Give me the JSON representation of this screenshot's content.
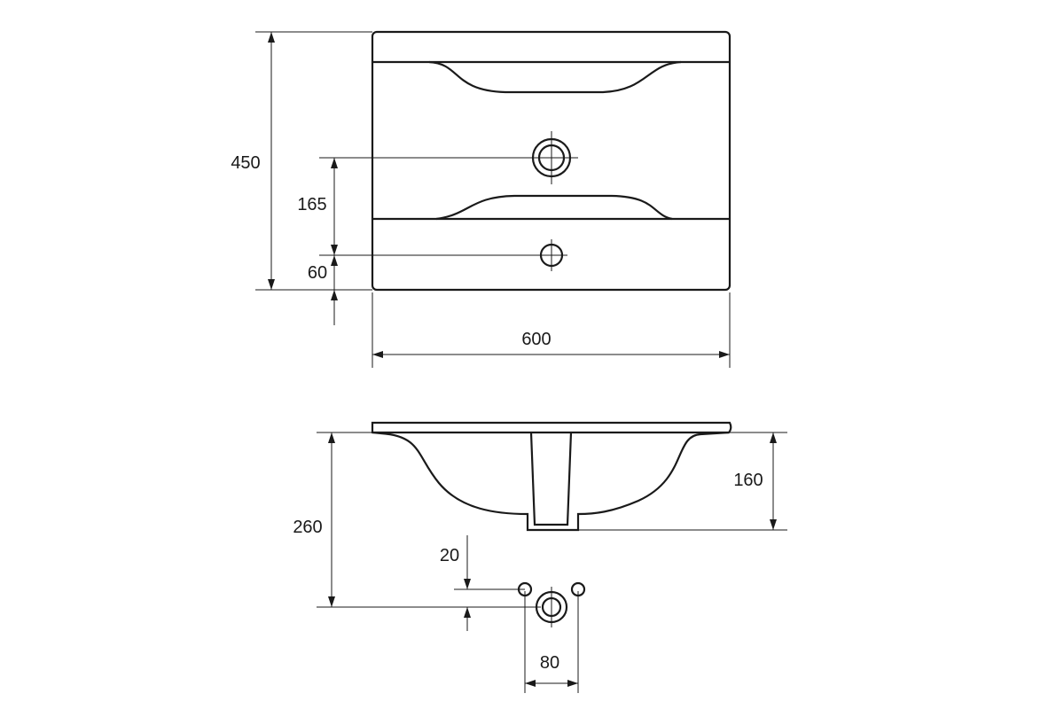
{
  "drawing": {
    "top_view": {
      "depth_label": "450",
      "tap_hole_offset_label": "165",
      "overflow_offset_label": "60",
      "width_label": "600"
    },
    "side_view": {
      "total_height_label": "260",
      "bowl_depth_label": "160",
      "mount_offset_label": "20",
      "mount_spacing_label": "80"
    }
  }
}
